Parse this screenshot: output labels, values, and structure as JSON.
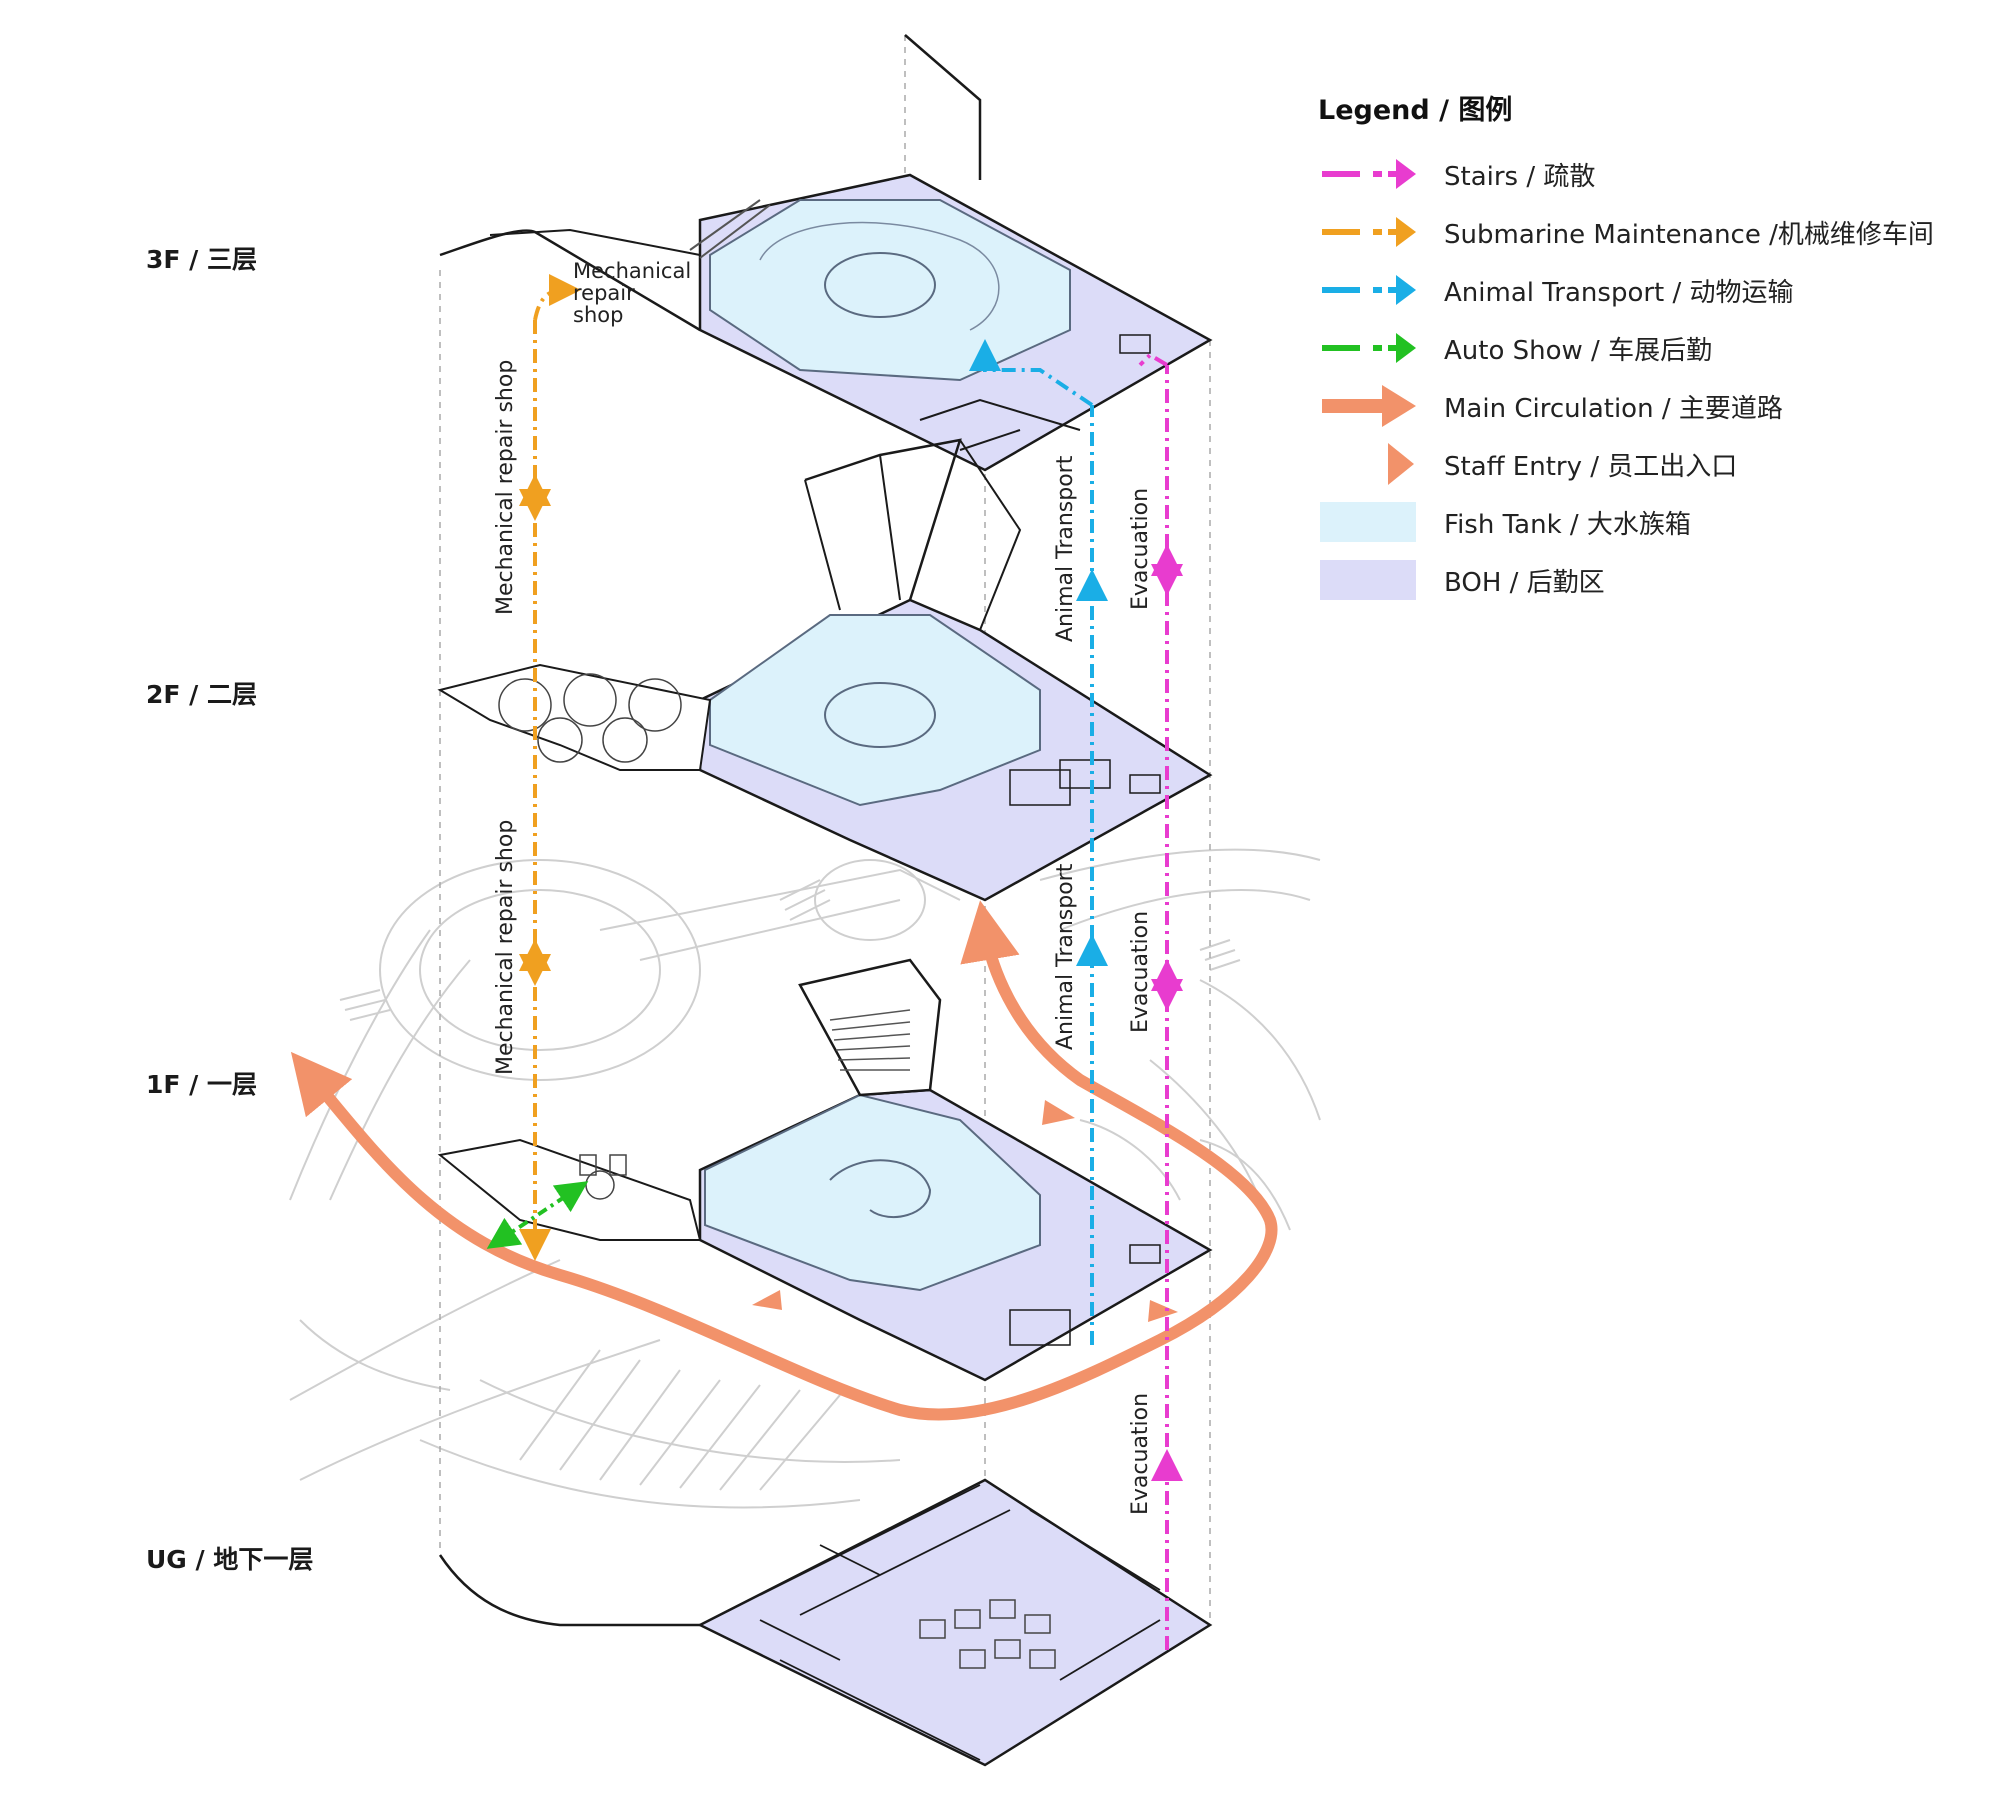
{
  "legend": {
    "title": "Legend / 图例",
    "items": [
      {
        "label": "Stairs / 疏散",
        "type": "dash-arrow",
        "color": "#e83ccf"
      },
      {
        "label": "Submarine Maintenance /机械维修车间",
        "type": "dash-arrow",
        "color": "#f0a020"
      },
      {
        "label": "Animal Transport / 动物运输",
        "type": "dash-arrow",
        "color": "#1aaee6"
      },
      {
        "label": "Auto Show / 车展后勤",
        "type": "dash-arrow",
        "color": "#22c122"
      },
      {
        "label": "Main Circulation / 主要道路",
        "type": "thick-arrow",
        "color": "#f2926a"
      },
      {
        "label": "Staff Entry / 员工出入口",
        "type": "triangle",
        "color": "#f2926a"
      },
      {
        "label": "Fish Tank / 大水族箱",
        "type": "fill",
        "color": "#dcf2fb"
      },
      {
        "label": "BOH / 后勤区",
        "type": "fill",
        "color": "#dcdcf8"
      }
    ]
  },
  "floors": [
    {
      "id": "3f",
      "label": "3F / 三层"
    },
    {
      "id": "2f",
      "label": "2F / 二层"
    },
    {
      "id": "1f",
      "label": "1F / 一层"
    },
    {
      "id": "ug",
      "label": "UG / 地下一层"
    }
  ],
  "annotations": {
    "mech_shop_upper": "Mechanical repair shop",
    "mech_shop_lower": "Mechanical repair shop",
    "callout_lines": [
      "Mechanical",
      "repair",
      "shop"
    ],
    "animal_transport_upper": "Animal Transport",
    "animal_transport_lower": "Animal Transport",
    "evacuation_upper": "Evacuation",
    "evacuation_middle": "Evacuation",
    "evacuation_lower": "Evacuation"
  },
  "colors": {
    "stairs": "#e83ccf",
    "maintenance": "#f0a020",
    "animal": "#1aaee6",
    "auto": "#22c122",
    "circulation": "#f2926a",
    "tank": "#dcf2fb",
    "boh": "#dcdcf8",
    "line": "#1a1a1a",
    "context": "#c8c8c8"
  }
}
